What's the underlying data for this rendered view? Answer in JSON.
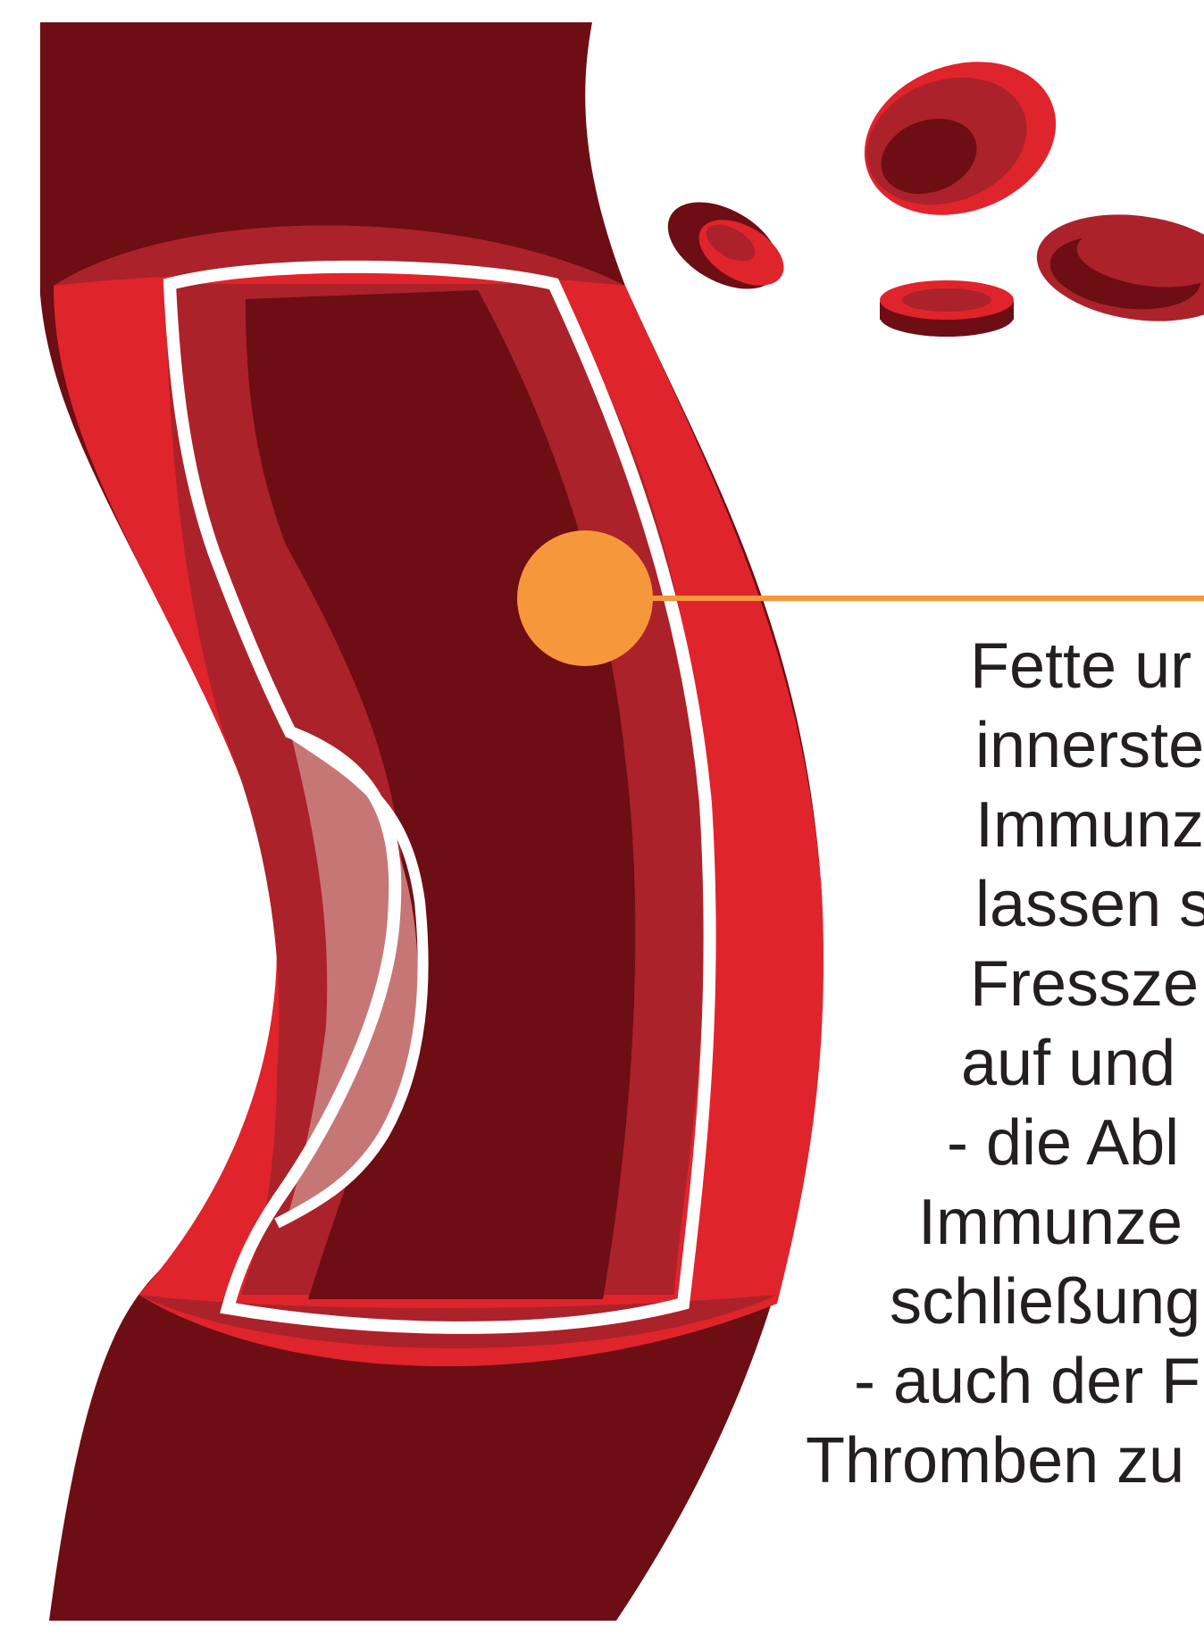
{
  "colors": {
    "vessel_dark": "#6d0d14",
    "vessel_wall": "#e0242c",
    "wall_shade": "#ab222a",
    "plaque": "#c77676",
    "outline": "#ffffff",
    "callout_marker": "#f6973b",
    "text": "#231f20"
  },
  "icons": [
    "red-blood-cell-icon",
    "callout-marker-icon"
  ],
  "callout": {
    "lines": [
      "Fette ur",
      "innerste",
      "Immunz",
      "lassen s",
      "Fressze",
      "auf und",
      "- die Abl",
      "Immunze",
      "schließung",
      "- auch der F",
      "Thromben zu"
    ]
  }
}
